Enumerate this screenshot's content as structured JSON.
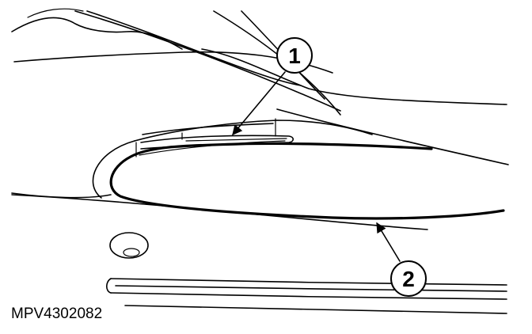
{
  "figure_code": "MPV4302082",
  "callouts": [
    {
      "label": "1"
    },
    {
      "label": "2"
    }
  ]
}
